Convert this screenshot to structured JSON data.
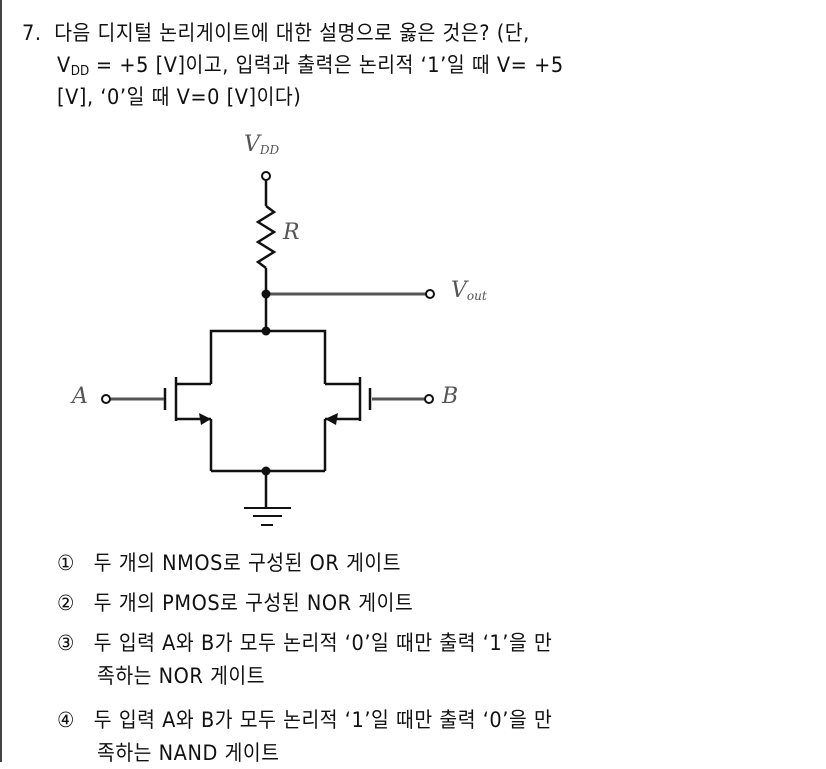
{
  "question": {
    "number": "7.",
    "line1": "다음 디지털 논리게이트에 대한 설명으로 옳은 것은? (단,",
    "line2_prefix": "V",
    "line2_sub": "DD",
    "line2_rest": " =  +5 [V]이고, 입력과 출력은 논리적 ‘1’일 때 V= +5",
    "line3": "[V], ‘0’일 때 V=0 [V]이다)"
  },
  "circuit": {
    "vdd_label": "V",
    "vdd_sub": "DD",
    "resistor_label": "R",
    "vout_label": "V",
    "vout_sub": "out",
    "input_a_label": "A",
    "input_b_label": "B",
    "components": [
      "resistor",
      "nmos-transistor-a",
      "nmos-transistor-b",
      "ground"
    ],
    "line_color": "#111111"
  },
  "options": [
    {
      "mark": "①",
      "text": "두 개의 NMOS로 구성된 OR 게이트",
      "continuation": ""
    },
    {
      "mark": "②",
      "text": "두 개의 PMOS로 구성된 NOR 게이트",
      "continuation": ""
    },
    {
      "mark": "③",
      "text": "두 입력 A와 B가 모두 논리적 ‘0’일 때만 출력 ‘1’을 만",
      "continuation": "족하는 NOR 게이트"
    },
    {
      "mark": "④",
      "text": "두 입력 A와 B가 모두 논리적 ‘1’일 때만 출력 ‘0’을 만",
      "continuation": "족하는 NAND 게이트"
    }
  ]
}
